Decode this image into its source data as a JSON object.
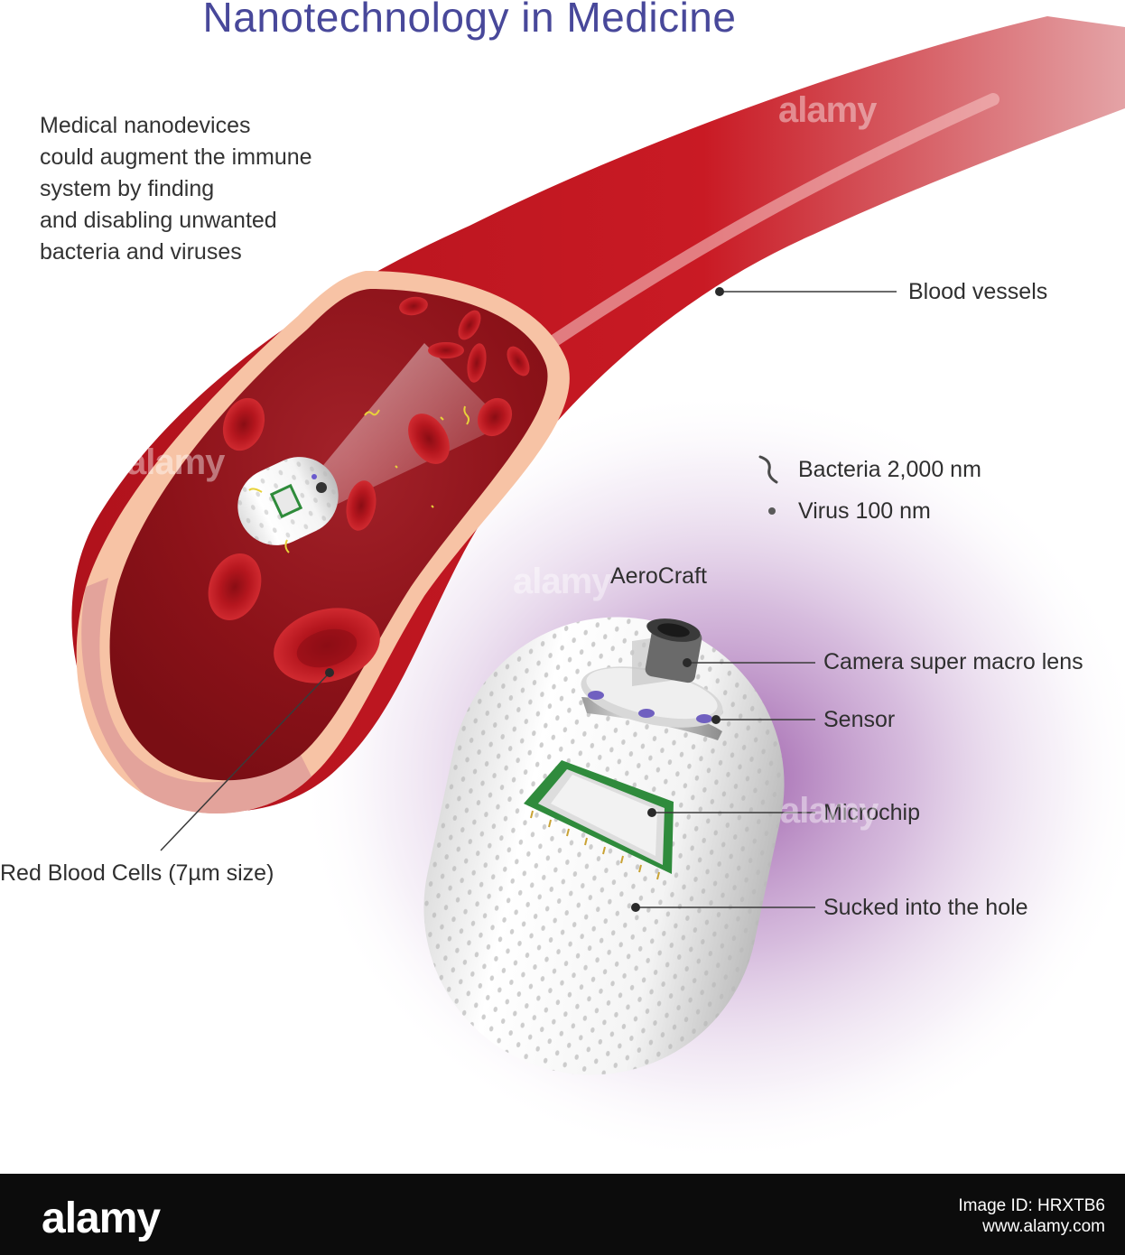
{
  "title": "Nanotechnology in Medicine",
  "intro_lines": [
    "Medical nanodevices",
    "could augment the immune",
    "system by finding",
    "and disabling unwanted",
    "bacteria and viruses"
  ],
  "labels": {
    "blood_vessels": "Blood vessels",
    "bacteria": "Bacteria 2,000 nm",
    "virus": "Virus 100 nm",
    "aerocraft": "AeroCraft",
    "camera": "Camera super macro lens",
    "sensor": "Sensor",
    "microchip": "Microchip",
    "sucked": "Sucked into the hole",
    "rbc": "Red Blood Cells (7µm size)"
  },
  "watermark": "alamy",
  "footer": {
    "logo": "alamy",
    "image_id": "Image ID: HRXTB6",
    "site": "www.alamy.com"
  },
  "colors": {
    "title": "#48489a",
    "vessel": "#c4141f",
    "vessel_edge": "#f6c2a4",
    "glow": "#9a5aa8"
  }
}
